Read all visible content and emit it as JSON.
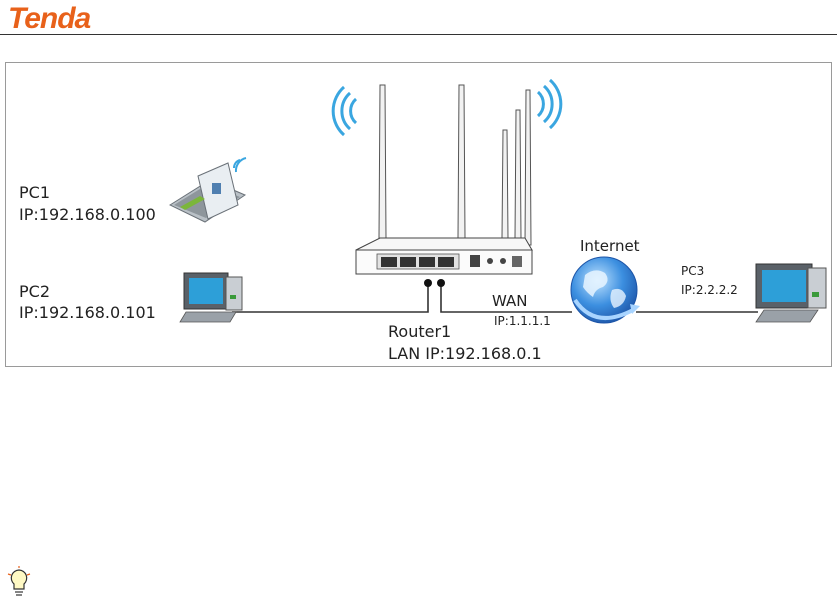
{
  "header": {
    "brand": "Tenda"
  },
  "diagram": {
    "pc1": {
      "name": "PC1",
      "ip": "IP:192.168.0.100"
    },
    "pc2": {
      "name": "PC2",
      "ip": "IP:192.168.0.101"
    },
    "pc3": {
      "name": "PC3",
      "ip": "IP:2.2.2.2"
    },
    "router": {
      "name": "Router1",
      "lan_ip": "LAN IP:192.168.0.1"
    },
    "wan": {
      "name": "WAN",
      "ip": "IP:1.1.1.1"
    },
    "internet": {
      "name": "Internet"
    },
    "icons": [
      "tenda-logo",
      "laptop-icon",
      "desktop-pc-icon",
      "router-icon",
      "globe-icon",
      "wifi-signal-icon",
      "lightbulb-tip-icon"
    ],
    "colors": {
      "brand": "#e8611a",
      "line": "#333333",
      "wifi": "#3aa6e0",
      "globe": "#2f7fd6"
    }
  }
}
